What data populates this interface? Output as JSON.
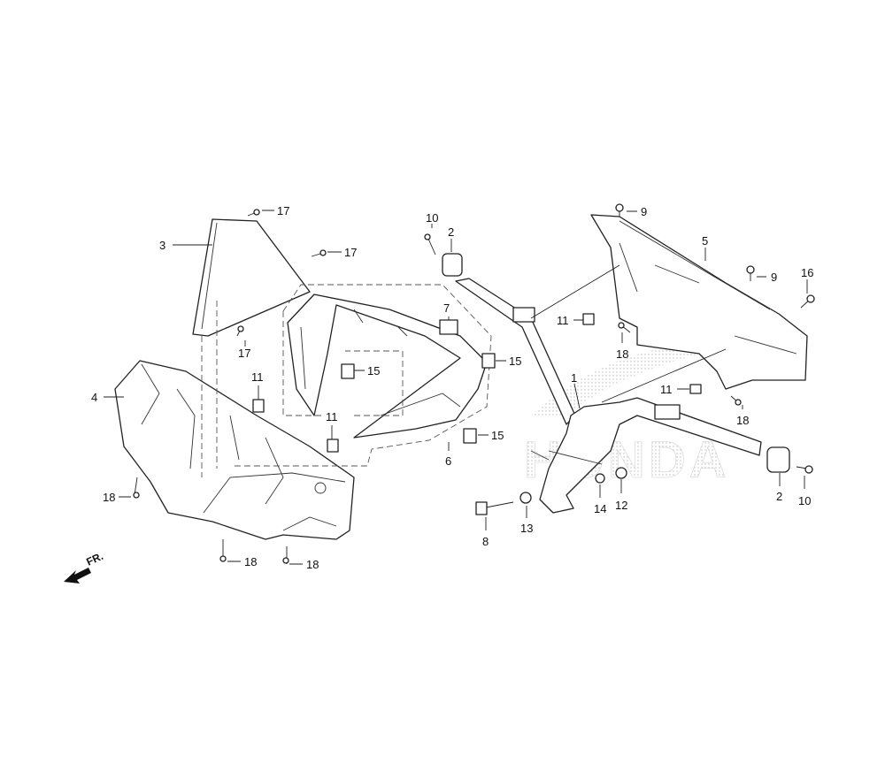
{
  "diagram": {
    "watermark": "HONDA",
    "direction_label": "FR.",
    "callouts": [
      {
        "id": "c17a",
        "text": "17"
      },
      {
        "id": "c3",
        "text": "3"
      },
      {
        "id": "c17b",
        "text": "17"
      },
      {
        "id": "c17c",
        "text": "17"
      },
      {
        "id": "c4",
        "text": "4"
      },
      {
        "id": "c11a",
        "text": "11"
      },
      {
        "id": "c11b",
        "text": "11"
      },
      {
        "id": "c15a",
        "text": "15"
      },
      {
        "id": "c15b",
        "text": "15"
      },
      {
        "id": "c15c",
        "text": "15"
      },
      {
        "id": "c7",
        "text": "7"
      },
      {
        "id": "c6",
        "text": "6"
      },
      {
        "id": "c10a",
        "text": "10"
      },
      {
        "id": "c2a",
        "text": "2"
      },
      {
        "id": "c1",
        "text": "1"
      },
      {
        "id": "c8",
        "text": "8"
      },
      {
        "id": "c13",
        "text": "13"
      },
      {
        "id": "c14",
        "text": "14"
      },
      {
        "id": "c12",
        "text": "12"
      },
      {
        "id": "c9a",
        "text": "9"
      },
      {
        "id": "c5",
        "text": "5"
      },
      {
        "id": "c9b",
        "text": "9"
      },
      {
        "id": "c16",
        "text": "16"
      },
      {
        "id": "c11c",
        "text": "11"
      },
      {
        "id": "c18a",
        "text": "18"
      },
      {
        "id": "c11d",
        "text": "11"
      },
      {
        "id": "c18b",
        "text": "18"
      },
      {
        "id": "c2b",
        "text": "2"
      },
      {
        "id": "c10b",
        "text": "10"
      },
      {
        "id": "c18c",
        "text": "18"
      },
      {
        "id": "c18d",
        "text": "18"
      },
      {
        "id": "c18e",
        "text": "18"
      }
    ]
  }
}
